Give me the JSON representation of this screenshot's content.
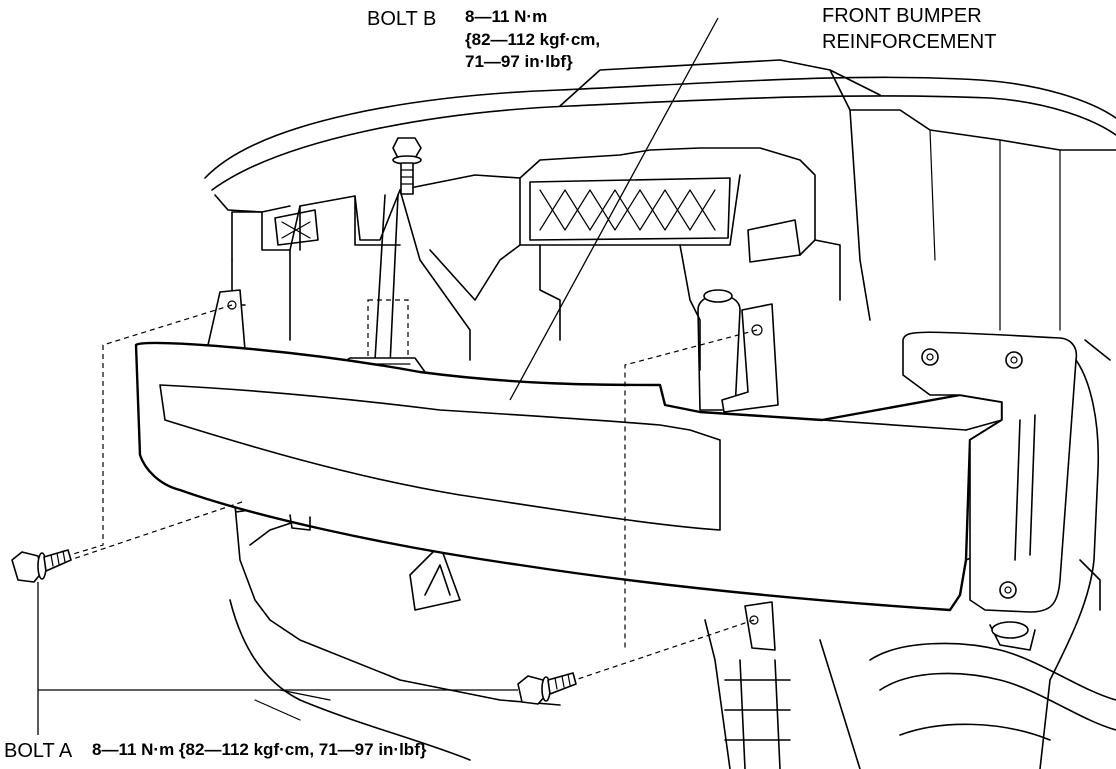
{
  "labels": {
    "bolt_b": {
      "name": "BOLT B",
      "torque_line1": "8—11 N·m",
      "torque_line2": "{82—112 kgf·cm,",
      "torque_line3": "71—97 in·lbf}"
    },
    "reinforcement": {
      "line1": "FRONT BUMPER",
      "line2": "REINFORCEMENT"
    },
    "bolt_a": {
      "name": "BOLT A",
      "torque": "8—11 N·m {82—112 kgf·cm, 71—97 in·lbf}"
    }
  }
}
